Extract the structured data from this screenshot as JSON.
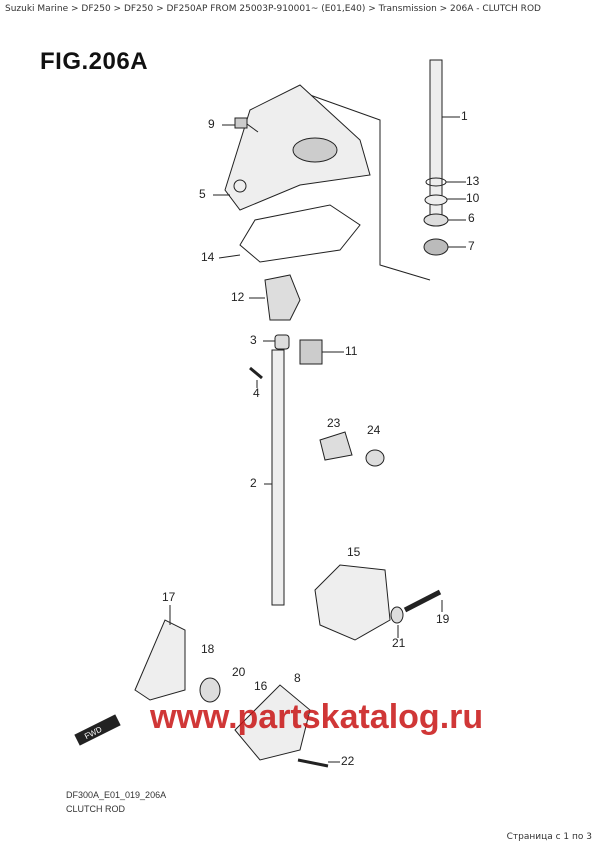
{
  "breadcrumb": "Suzuki Marine > DF250 > DF250 > DF250AP FROM 25003P-910001~  (E01,E40) > Transmission > 206A - CLUTCH ROD",
  "figure_title": "FIG.206A",
  "drawing_code": "DF300A_E01_019_206A",
  "caption": "CLUTCH ROD",
  "pagination": "Страница с 1 по 3",
  "watermark": "www.partskatalog.ru",
  "fwd_label": "FWD",
  "callouts": [
    "1",
    "13",
    "10",
    "6",
    "7",
    "9",
    "5",
    "14",
    "12",
    "3",
    "11",
    "4",
    "23",
    "24",
    "2",
    "15",
    "19",
    "21",
    "17",
    "18",
    "20",
    "16",
    "8",
    "22"
  ]
}
